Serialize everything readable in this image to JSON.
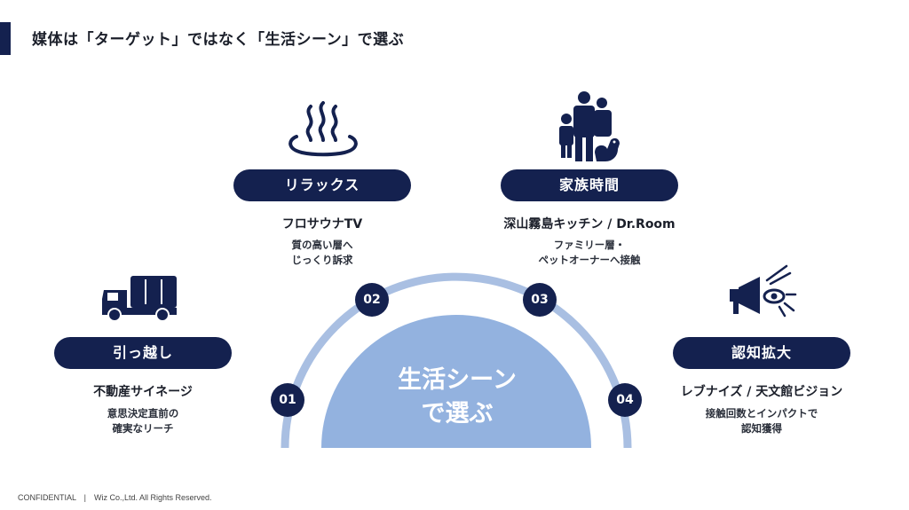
{
  "title": "媒体は「ターゲット」ではなく「生活シーン」で選ぶ",
  "center": {
    "line1": "生活シーン",
    "line2": "で選ぶ"
  },
  "colors": {
    "navy": "#14214f",
    "arc_outer": "#a9bfe2",
    "arc_inner": "#93b2df"
  },
  "items": [
    {
      "num": "01",
      "label": "引っ越し",
      "media": "不動産サイネージ",
      "desc": "意思決定直前の\n確実なリーチ",
      "icon": "truck-icon"
    },
    {
      "num": "02",
      "label": "リラックス",
      "media": "フロサウナTV",
      "desc": "質の高い層へ\nじっくり訴求",
      "icon": "hot-spring-icon"
    },
    {
      "num": "03",
      "label": "家族時間",
      "media": "深山霧島キッチン / Dr.Room",
      "desc": "ファミリー層・\nペットオーナーへ接触",
      "icon": "family-icon"
    },
    {
      "num": "04",
      "label": "認知拡大",
      "media": "レブナイズ / 天文館ビジョン",
      "desc": "接触回数とインパクトで\n認知獲得",
      "icon": "megaphone-icon"
    }
  ],
  "footer": "CONFIDENTIAL　|　Wiz Co.,Ltd. All Rights Reserved."
}
